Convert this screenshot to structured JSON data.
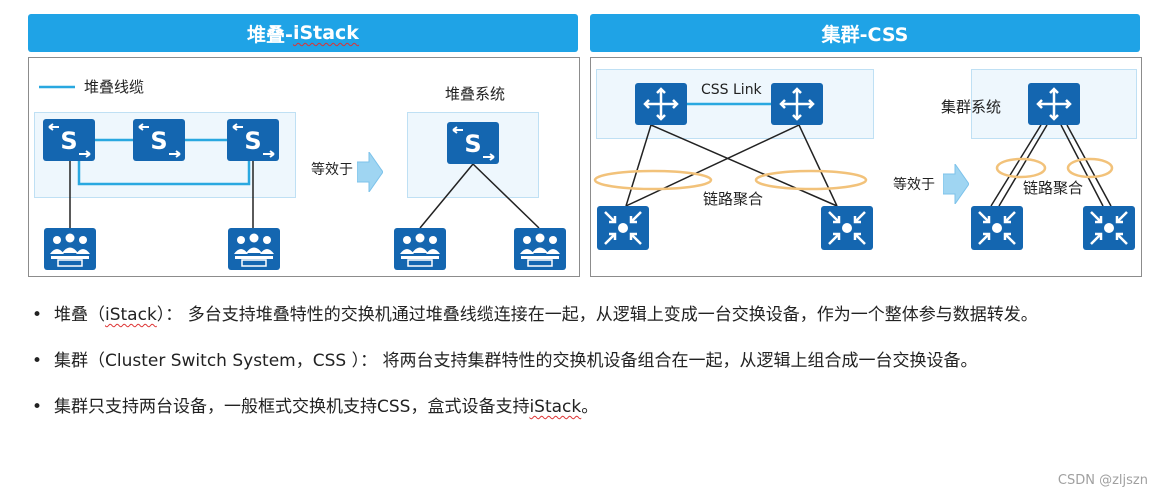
{
  "left": {
    "title_prefix": "堆叠-",
    "title_suffix": "iStack",
    "legend": "堆叠线缆",
    "equiv": "等效于",
    "system_label": "堆叠系统"
  },
  "right": {
    "title": "集群-CSS",
    "css_link": "CSS Link",
    "link_agg": "链路聚合",
    "equiv": "等效于",
    "system_label": "集群系统",
    "link_agg2": "链路聚合"
  },
  "bullets": [
    {
      "pre": "堆叠（",
      "wavy": "iStack",
      "post": "）：  多台支持堆叠特性的交换机通过堆叠线缆连接在一起，从逻辑上变成一台交换设备，作为一个整体参与数据转发。"
    },
    {
      "pre": "集群（Cluster Switch System，CSS ）：  将两台支持集群特性的交换机设备组合在一起，从逻辑上组合成一台交换设备。",
      "wavy": "",
      "post": ""
    },
    {
      "pre": "集群只支持两台设备，一般框式交换机支持CSS，盒式设备支持",
      "wavy": "iStack",
      "post": "。"
    }
  ],
  "bullet_marker": "•",
  "watermark": "CSDN @zljszn",
  "colors": {
    "header": "#1fa3e6",
    "device": "#1466b0",
    "stack_line": "#29a8e0",
    "ellipse": "#f2c27a"
  },
  "icons": [
    "stack-switch-icon",
    "css-switch-icon",
    "access-switch-icon",
    "user-group-icon",
    "arrow-right-icon"
  ]
}
